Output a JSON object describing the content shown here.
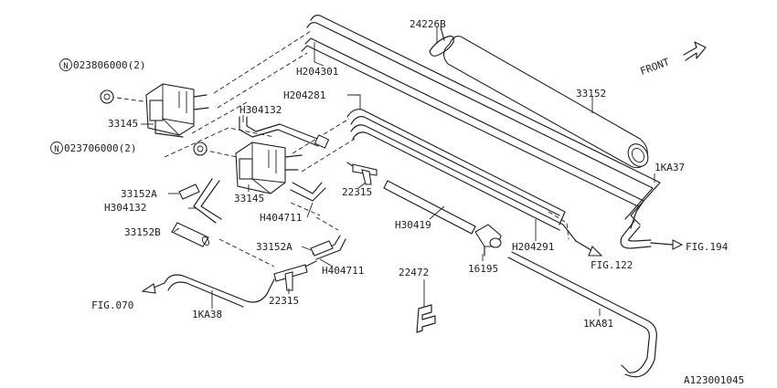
{
  "diagram_id": "A123001045",
  "front_label": "FRONT",
  "labels": {
    "p24226b": "24226B",
    "p33152": "33152",
    "h204301": "H204301",
    "h204281": "H204281",
    "h304132_top": "H304132",
    "p33145_a": "33145",
    "p33145_b": "33145",
    "bolt_023806": "023806000(2)",
    "bolt_023706": "023706000(2)",
    "p33152a_a": "33152A",
    "h304132_left": "H304132",
    "p33152b": "33152B",
    "p22315_a": "22315",
    "h404711_a": "H404711",
    "h30419": "H30419",
    "h204291": "H204291",
    "p1ka37": "1KA37",
    "fig194": "FIG.194",
    "fig122": "FIG.122",
    "p16195": "16195",
    "p33152a_b": "33152A",
    "h404711_b": "H404711",
    "p22472": "22472",
    "fig070": "FIG.070",
    "p1ka38": "1KA38",
    "p22315_b": "22315",
    "p1ka81": "1KA81"
  },
  "colors": {
    "line": "#222222",
    "background": "#ffffff"
  }
}
